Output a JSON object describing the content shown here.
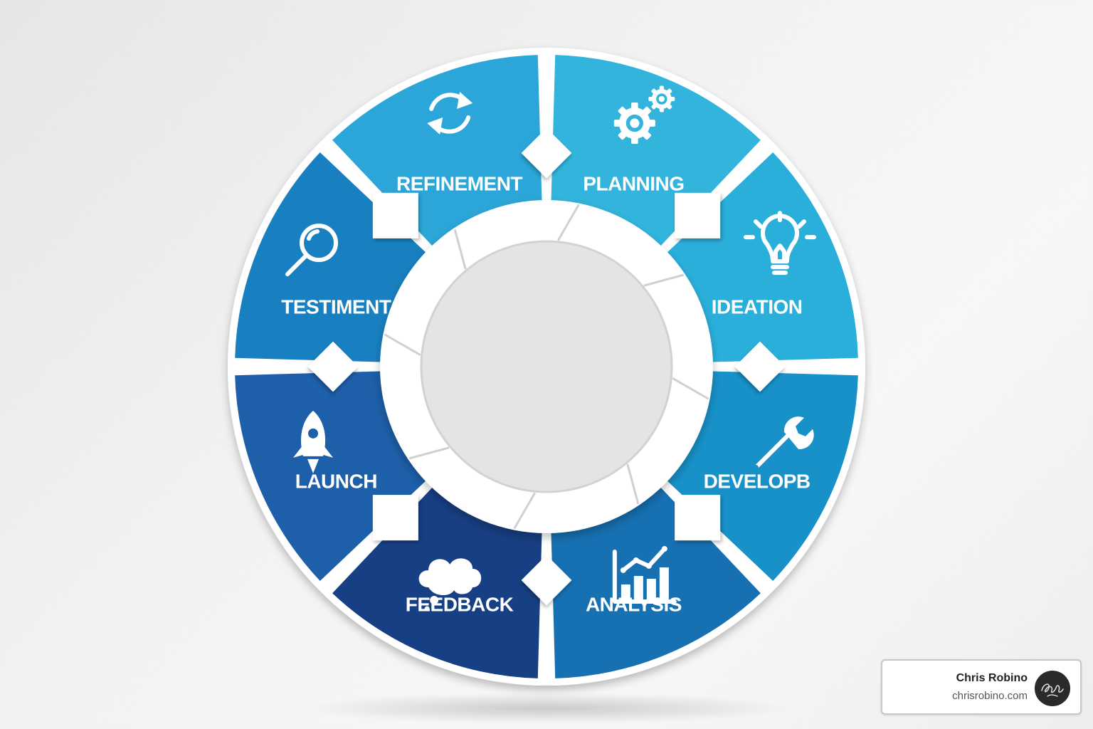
{
  "diagram": {
    "segments": [
      {
        "label": "PLANNING",
        "icon": "gears-icon",
        "color": "#32b4dc"
      },
      {
        "label": "IDEATION",
        "icon": "lightbulb-icon",
        "color": "#2aafdb"
      },
      {
        "label": "DEVELOPB",
        "icon": "wrench-icon",
        "color": "#1891c9"
      },
      {
        "label": "ANALYSIS",
        "icon": "bar-chart-icon",
        "color": "#1670b2"
      },
      {
        "label": "FEEDBACK",
        "icon": "thought-bubble-icon",
        "color": "#173f83"
      },
      {
        "label": "LAUNCH",
        "icon": "rocket-icon",
        "color": "#1d5fa8"
      },
      {
        "label": "TESTIMENT",
        "icon": "magnifier-icon",
        "color": "#1880c0"
      },
      {
        "label": "REFINEMENT",
        "icon": "refresh-icon",
        "color": "#2ca6d8"
      }
    ]
  },
  "attribution": {
    "name": "Chris Robino",
    "site": "chrisrobino.com",
    "avatar_icon": "signature-avatar-icon"
  }
}
